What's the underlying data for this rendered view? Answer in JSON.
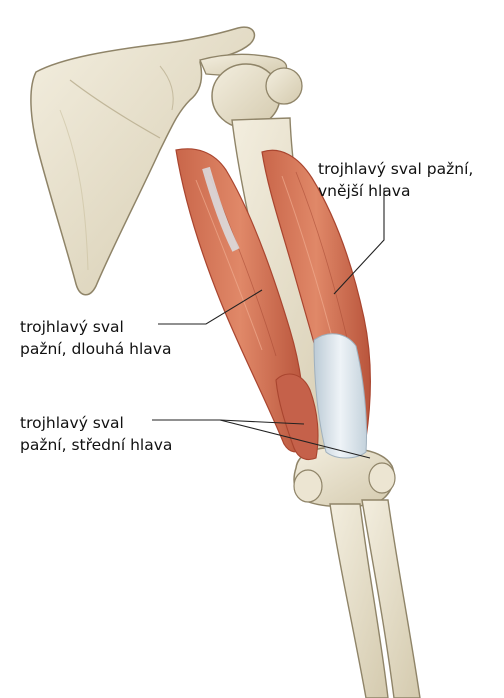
{
  "labels": {
    "lateral_head": {
      "line1": "trojhlavý sval pažní,",
      "line2": "vnější hlava"
    },
    "long_head": {
      "line1": "trojhlavý sval",
      "line2": "pažní, dlouhá hlava"
    },
    "medial_head": {
      "line1": "trojhlavý sval",
      "line2": "pažní, střední hlava"
    }
  },
  "colors": {
    "bone": "#e9e2cf",
    "bone_shadow": "#cfc5aa",
    "bone_outline": "#8f8468",
    "muscle": "#d97a5c",
    "muscle_dark": "#b9553c",
    "muscle_light": "#eb9a7c",
    "tendon": "#d7e3ec",
    "leader_line": "#222222"
  }
}
